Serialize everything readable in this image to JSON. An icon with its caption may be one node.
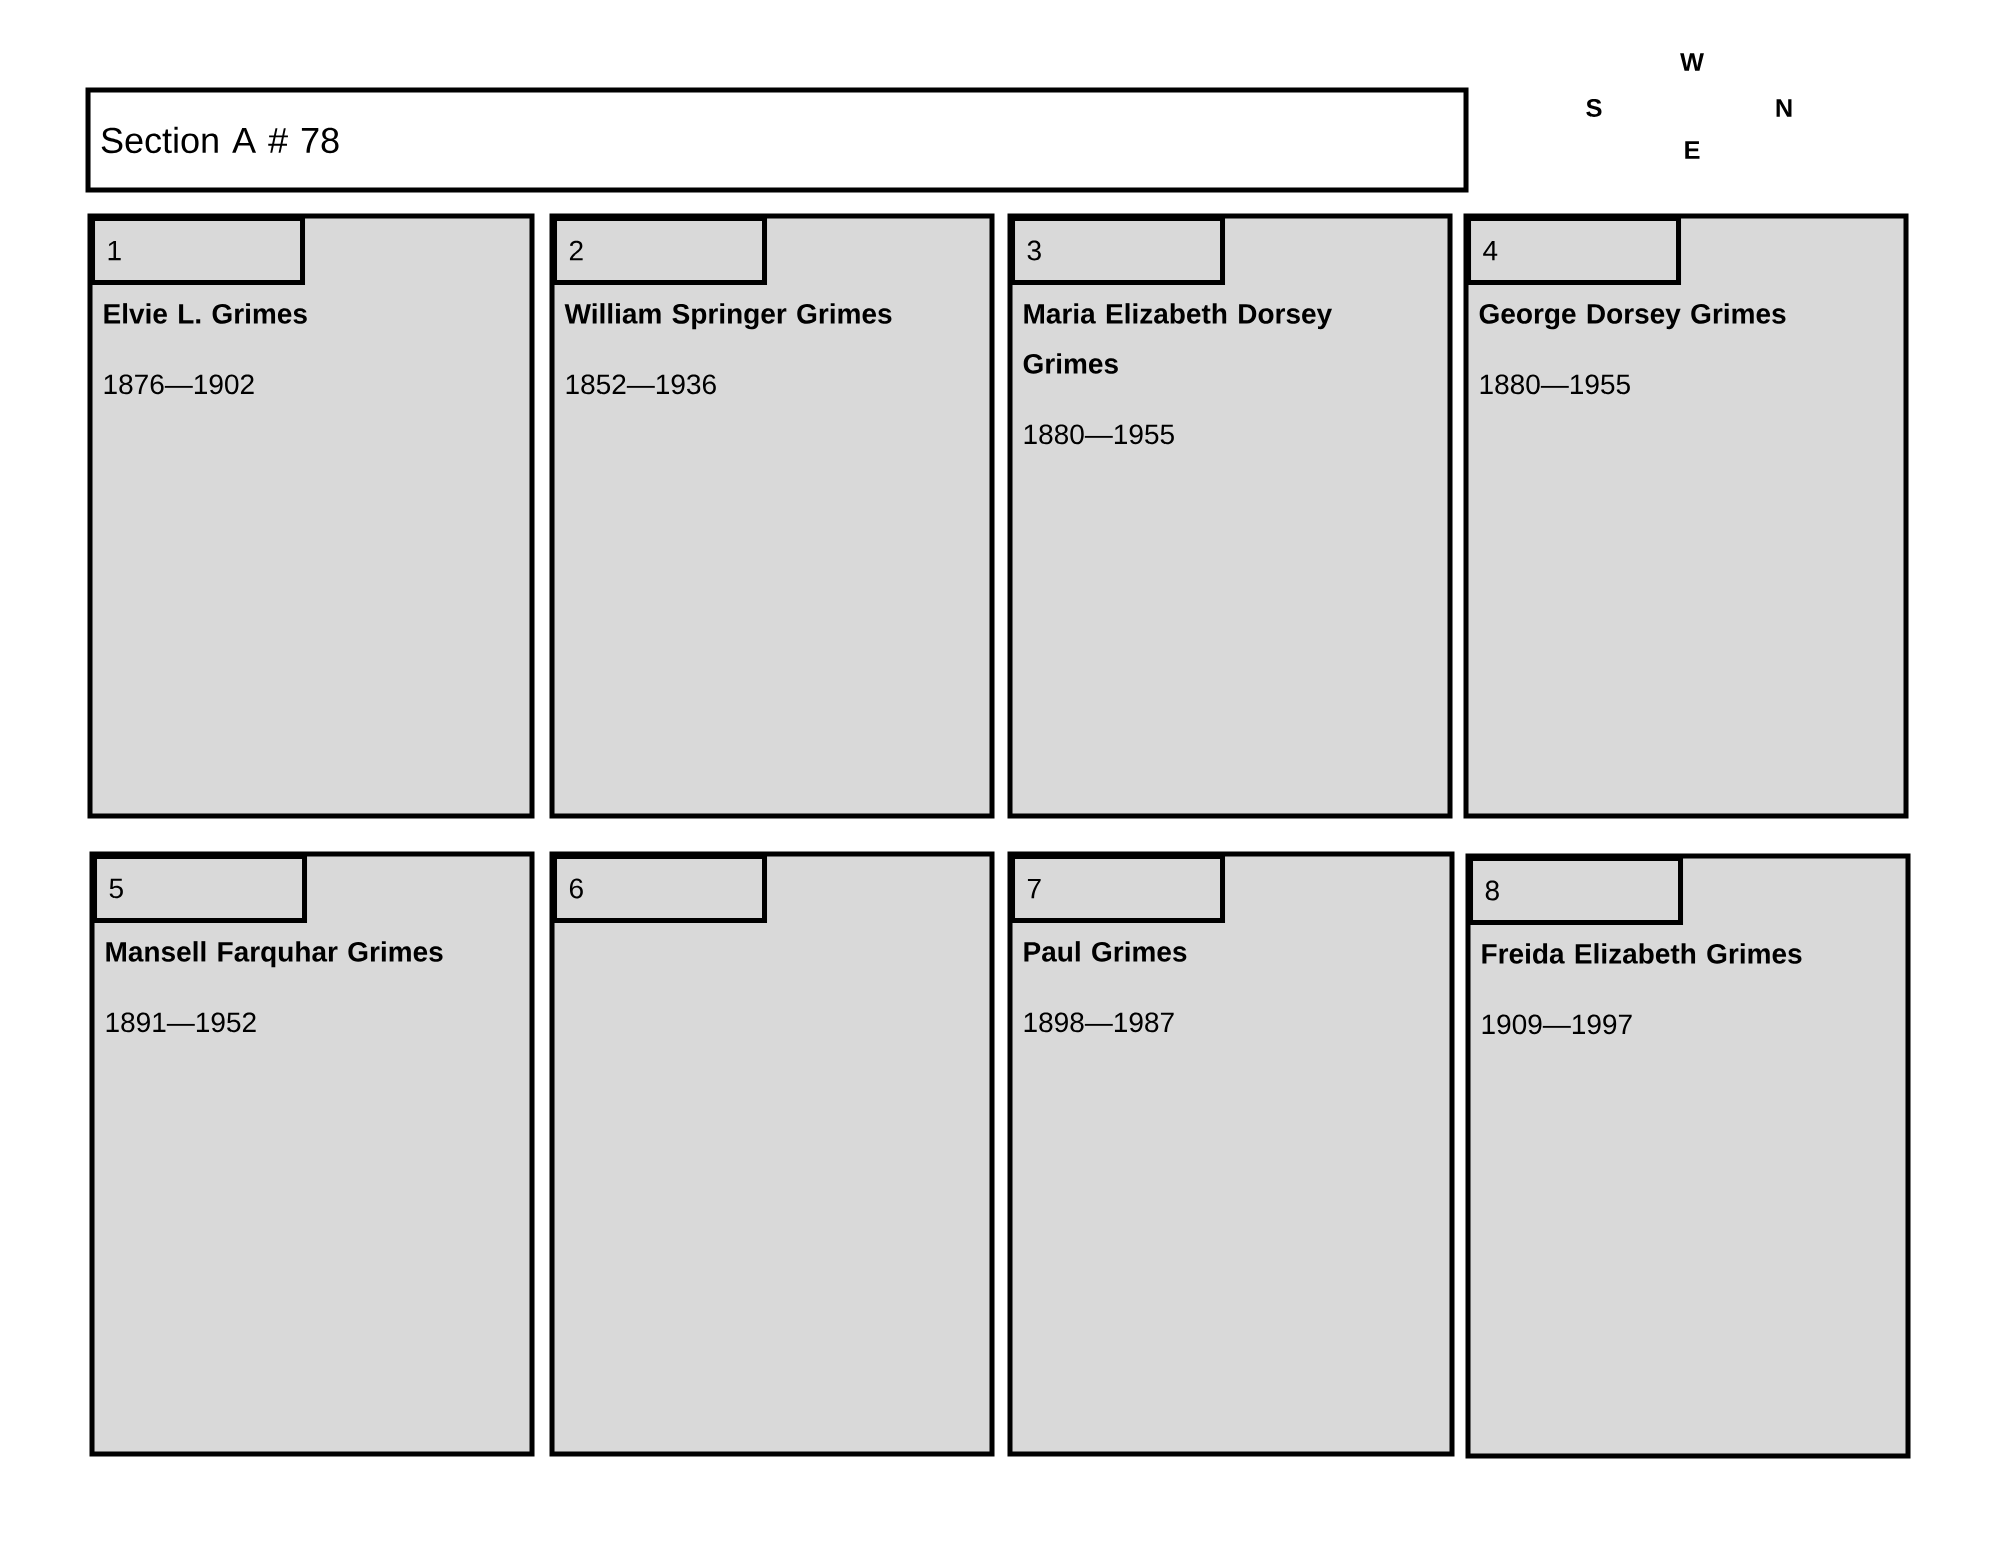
{
  "diagram": {
    "nodes": [
      {
        "text": [
          "Section A # 78"
        ]
      },
      {
        "text": [
          "Elvie L. Grimes",
          "1876—1902"
        ]
      },
      {
        "text": [
          "1"
        ],
        "in": 1
      },
      {
        "text": [
          "William Springer Grimes",
          "1852—1936"
        ]
      },
      {
        "text": [
          "2"
        ],
        "in": 3
      },
      {
        "text": [
          "Maria Elizabeth Dorsey Grimes",
          "1880—1955"
        ]
      },
      {
        "text": [
          "3"
        ],
        "in": 5
      },
      {
        "text": [
          "George Dorsey Grimes",
          "1880—1955"
        ]
      },
      {
        "text": [
          "4"
        ],
        "in": 7
      },
      {
        "text": [
          "Mansell Farquhar Grimes",
          "1891—1952"
        ]
      },
      {
        "text": [
          "5"
        ],
        "in": 9
      },
      {
        "text": [],
        "shape": "box"
      },
      {
        "text": [
          "6"
        ],
        "in": 11
      },
      {
        "text": [
          "Paul Grimes",
          "1898—1987"
        ]
      },
      {
        "text": [
          "7"
        ],
        "in": 13
      },
      {
        "text": [
          "Freida Elizabeth Grimes",
          "1909—1997"
        ]
      },
      {
        "text": [
          "8"
        ],
        "in": 15
      }
    ],
    "labels": [
      "W",
      "S",
      "N",
      "E"
    ]
  }
}
